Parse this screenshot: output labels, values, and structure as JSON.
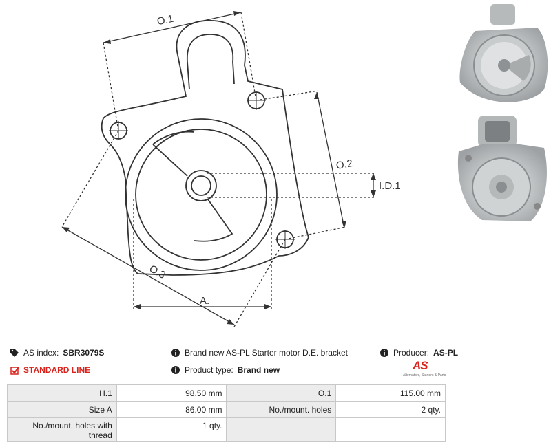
{
  "diagram": {
    "labels": {
      "o1": "O.1",
      "o2": "O.2",
      "o3": "O.3",
      "id1": "I.D.1",
      "a": "A."
    }
  },
  "photos": {
    "top": "bracket-photo-front",
    "bottom": "bracket-photo-rear"
  },
  "info": {
    "index_label": "AS index:",
    "index_value": "SBR3079S",
    "standard_line": "STANDARD LINE",
    "description": "Brand new AS-PL Starter motor D.E. bracket",
    "product_type_label": "Product type:",
    "product_type_value": "Brand new",
    "producer_label": "Producer:",
    "producer_value": "AS-PL",
    "logo_text": "AS",
    "logo_tagline": "Alternators, Starters & Parts"
  },
  "specs": {
    "rows": [
      {
        "l1": "H.1",
        "v1": "98.50 mm",
        "l2": "O.1",
        "v2": "115.00 mm"
      },
      {
        "l1": "Size A",
        "v1": "86.00 mm",
        "l2": "No./mount. holes",
        "v2": "2 qty."
      },
      {
        "l1": "No./mount. holes with thread",
        "v1": "1 qty.",
        "l2": "",
        "v2": ""
      }
    ]
  },
  "colors": {
    "accent": "#d9231d",
    "line": "#333333",
    "label_bg": "#ececec"
  }
}
